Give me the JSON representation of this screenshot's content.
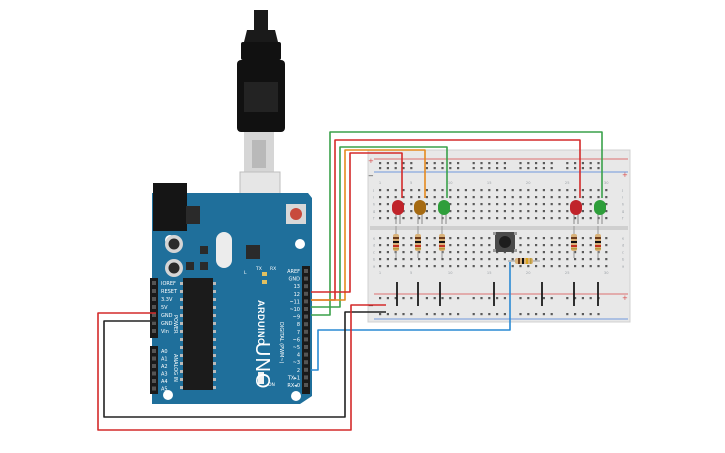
{
  "board": {
    "brand": "ARDUINO",
    "model": "UNO",
    "tx_label": "TX",
    "rx_label": "RX",
    "l_label": "L",
    "on_label": "ON",
    "power_header": "POWER",
    "analog_header": "ANALOG IN",
    "digital_header": "DIGITAL (PWM~)",
    "power_pins": [
      "IOREF",
      "RESET",
      "3.3V",
      "5V",
      "GND",
      "GND",
      "Vin"
    ],
    "analog_pins": [
      "A0",
      "A1",
      "A2",
      "A3",
      "A4",
      "A5"
    ],
    "digital_pins": [
      "AREF",
      "GND",
      "13",
      "12",
      "~11",
      "~10",
      "~9",
      "8",
      "7",
      "~6",
      "~5",
      "4",
      "~3",
      "2",
      "TX▸1",
      "RX◂0"
    ]
  },
  "breadboard": {
    "column_numbers": [
      "1",
      "5",
      "10",
      "15",
      "20",
      "25",
      "30"
    ],
    "row_letters_top": [
      "j",
      "i",
      "h",
      "g",
      "f"
    ],
    "row_letters_bottom": [
      "e",
      "d",
      "c",
      "b",
      "a"
    ],
    "plus": "+",
    "minus": "−"
  },
  "components": {
    "leds": [
      {
        "color": "#c0232a"
      },
      {
        "color": "#a56a12"
      },
      {
        "color": "#2e9e3a"
      },
      {
        "color": "#c0232a"
      },
      {
        "color": "#2e9e3a"
      }
    ],
    "button": "pushbutton"
  },
  "wires": {
    "red": "#d42a2a",
    "orange": "#e58a1f",
    "green": "#3aa14a",
    "black": "#222222",
    "blue": "#2a8ad4"
  }
}
